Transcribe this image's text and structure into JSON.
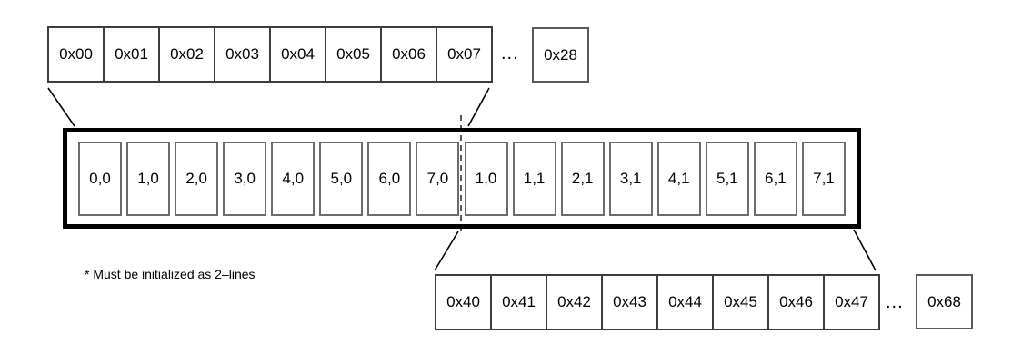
{
  "diagram": {
    "top_row": {
      "cells": [
        "0x00",
        "0x01",
        "0x02",
        "0x03",
        "0x04",
        "0x05",
        "0x06",
        "0x07"
      ],
      "ellipsis": "...",
      "last_cell": "0x28"
    },
    "cache_line": {
      "cells": [
        "0,0",
        "1,0",
        "2,0",
        "3,0",
        "4,0",
        "5,0",
        "6,0",
        "7,0",
        "1,0",
        "1,1",
        "2,1",
        "3,1",
        "4,1",
        "5,1",
        "6,1",
        "7,1"
      ]
    },
    "bottom_row": {
      "cells": [
        "0x40",
        "0x41",
        "0x42",
        "0x43",
        "0x44",
        "0x45",
        "0x46",
        "0x47"
      ],
      "ellipsis": "...",
      "last_cell": "0x68"
    },
    "footnote": "* Must be initialized as 2–lines",
    "colors": {
      "line": "#000000",
      "strip_border": "#3d3d3d",
      "inner_box_border": "#6b6b6b",
      "background": "#ffffff"
    }
  }
}
